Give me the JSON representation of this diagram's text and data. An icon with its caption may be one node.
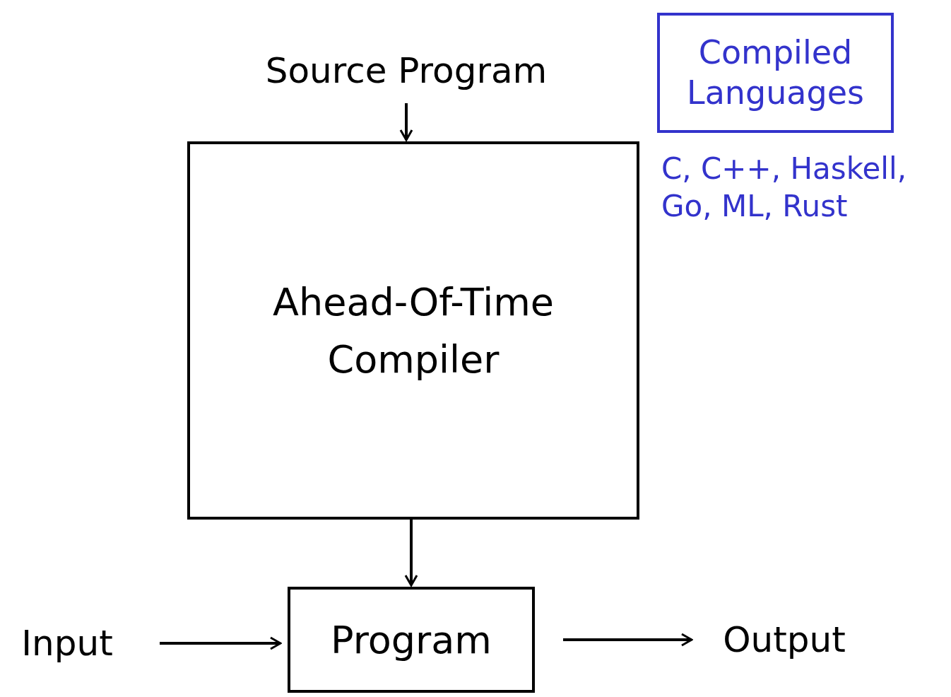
{
  "diagram": {
    "nodes": [
      {
        "text": [
          "Source Program"
        ]
      },
      {
        "text": [
          "Ahead-Of-Time Compiler"
        ]
      },
      {
        "text": [
          "Program"
        ]
      },
      {
        "text": [
          "Input"
        ]
      },
      {
        "text": [
          "Output"
        ]
      },
      {
        "text": [
          "Compiled Languages"
        ],
        "beside": [
          "C, C++, Haskell, Go, ML, Rust"
        ]
      }
    ],
    "edges": [
      {
        "from": 0,
        "to": 1,
        "arrow": "to"
      },
      {
        "from": 1,
        "to": 2,
        "arrow": "to"
      },
      {
        "from": 3,
        "to": 2,
        "arrow": "to"
      },
      {
        "from": 2,
        "to": 4,
        "arrow": "to"
      }
    ]
  }
}
